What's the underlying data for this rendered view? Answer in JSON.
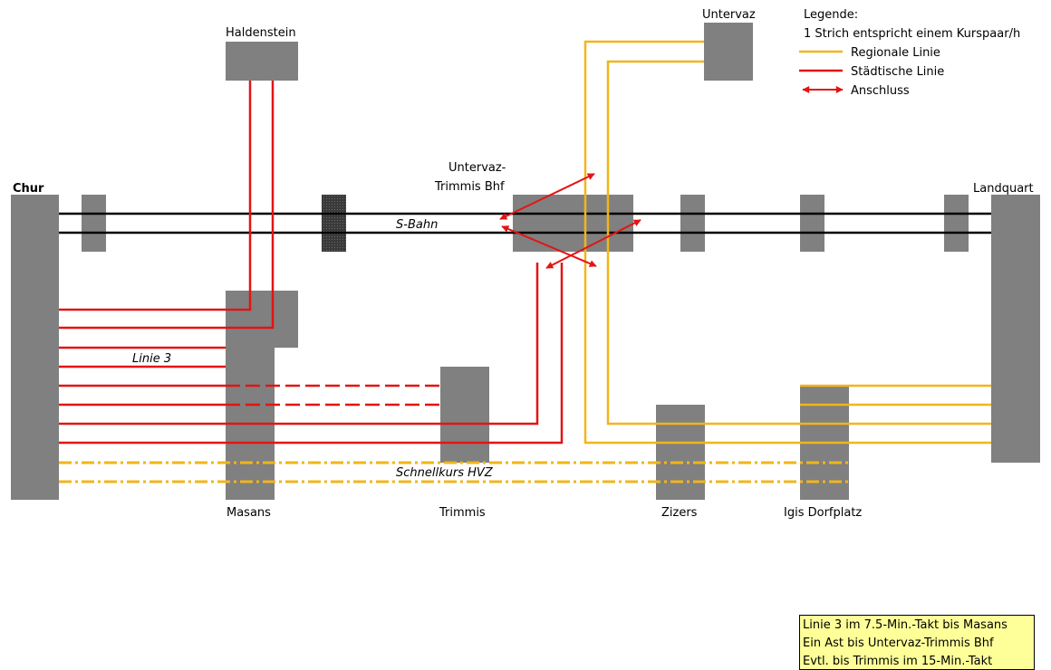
{
  "stations": {
    "chur": "Chur",
    "haldenstein": "Haldenstein",
    "untervaz": "Untervaz",
    "untervaz_trimmis_line1": "Untervaz-",
    "untervaz_trimmis_line2": "Trimmis Bhf",
    "landquart": "Landquart",
    "masans": "Masans",
    "trimmis": "Trimmis",
    "zizers": "Zizers",
    "igis": "Igis Dorfplatz"
  },
  "line_labels": {
    "sbahn": "S-Bahn",
    "linie3": "Linie 3",
    "schnellkurs": "Schnellkurs HVZ"
  },
  "legend": {
    "title": "Legende:",
    "subtitle": "1 Strich entspricht einem Kurspaar/h",
    "regional": "Regionale Linie",
    "urban": "Städtische Linie",
    "connection": "Anschluss"
  },
  "note": {
    "lines": [
      "Linie 3 im 7.5-Min.-Takt bis Masans",
      "Ein Ast bis Untervaz-Trimmis Bhf",
      "Evtl. bis Trimmis im 15-Min.-Takt"
    ]
  },
  "colors": {
    "station": "#808080",
    "station_dark": "#3c3c3c",
    "urban_line": "#e31414",
    "regional_line": "#f2b51a",
    "sbahn_line": "#000000",
    "note_bg": "#ffff99"
  }
}
